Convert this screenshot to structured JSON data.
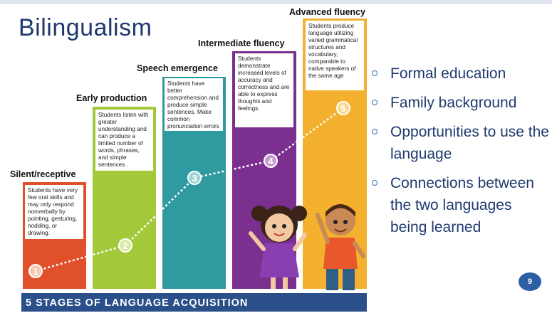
{
  "slide": {
    "title": "Bilingualism",
    "page_number": "9"
  },
  "stages": [
    {
      "title": "Silent/receptive",
      "number": "1",
      "color": "#e0502a",
      "text": "Students have very few oral skills and may only respond nonverbally by pointing, gesturing, nodding, or drawing."
    },
    {
      "title": "Early production",
      "number": "2",
      "color": "#a3c93a",
      "text": "Students listen with greater understanding and can produce a limited number of words, phrases, and simple sentences ."
    },
    {
      "title": "Speech emergence",
      "number": "3",
      "color": "#2f9aa0",
      "text": "Students have better comprehension and produce simple sentences. Make common pronunciation errors"
    },
    {
      "title": "Intermediate  fluency",
      "number": "4",
      "color": "#7b2f8f",
      "text": "Students demonstrate increased levels of accuracy and correctness and are able to express thoughts and feelings."
    },
    {
      "title": "Advanced fluency",
      "number": "5",
      "color": "#f3b12f",
      "text": "Students produce language utilizing varied grammatical structures and vocabulary, comparable to native speakers of the same age"
    }
  ],
  "banner": "5 STAGES OF LANGUAGE ACQUISITION",
  "bullets": [
    "Formal education",
    "Family background",
    "Opportunities to use the language",
    "Connections between the two languages being learned"
  ]
}
